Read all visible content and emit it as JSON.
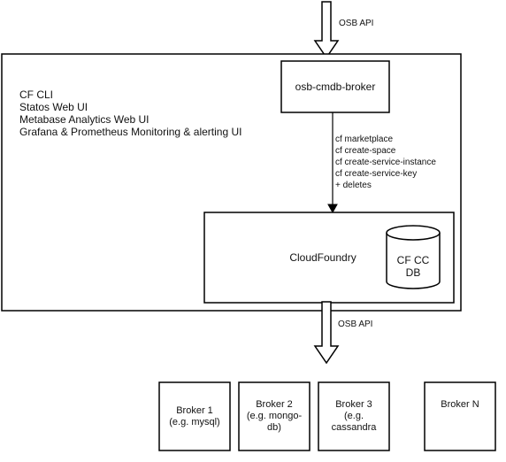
{
  "labels": {
    "osb_api_top": "OSB API",
    "osb_api_bottom": "OSB API",
    "broker_main": "osb-cmdb-broker",
    "cloudfoundry": "CloudFoundry",
    "db_line1": "CF CC",
    "db_line2": "DB"
  },
  "clients": [
    "CF CLI",
    "Statos Web UI",
    "Metabase Analytics Web UI",
    "Grafana & Prometheus Monitoring & alerting UI"
  ],
  "cf_commands": [
    "cf marketplace",
    "cf create-space",
    "cf create-service-instance",
    "cf create-service-key",
    "+ deletes"
  ],
  "brokers": [
    {
      "line1": "Broker 1",
      "line2": "(e.g. mysql)",
      "line3": ""
    },
    {
      "line1": "Broker 2",
      "line2": "(e.g. mongo-",
      "line3": "db)"
    },
    {
      "line1": "Broker 3",
      "line2": "(e.g.",
      "line3": "cassandra"
    },
    {
      "line1": "Broker N",
      "line2": "",
      "line3": ""
    }
  ],
  "colors": {
    "stroke": "#000000",
    "arrow_fill": "#ffffff",
    "text": "#111111",
    "background": "#ffffff"
  }
}
